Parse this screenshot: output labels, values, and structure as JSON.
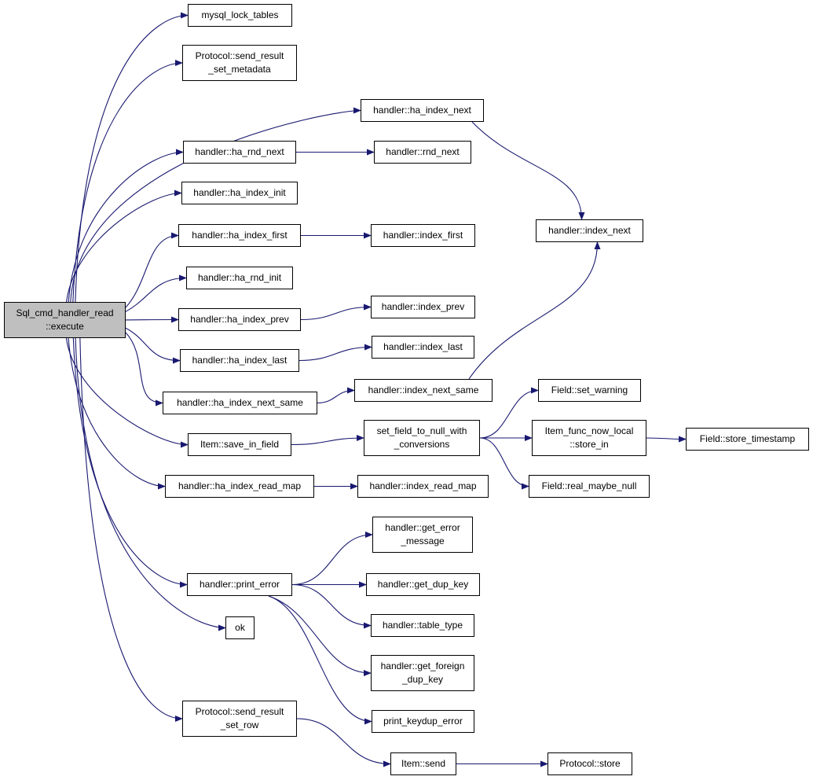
{
  "colors": {
    "edge": "#191970",
    "node_border": "#000000",
    "node_fill": "#ffffff",
    "root_fill": "#bfbfbf"
  },
  "nodes": {
    "root": {
      "lines": [
        "Sql_cmd_handler_read",
        "::execute"
      ]
    },
    "mysql_lock_tables": {
      "lines": [
        "mysql_lock_tables"
      ]
    },
    "send_result_set_metadata": {
      "lines": [
        "Protocol::send_result",
        "_set_metadata"
      ]
    },
    "ha_index_next": {
      "lines": [
        "handler::ha_index_next"
      ]
    },
    "ha_rnd_next": {
      "lines": [
        "handler::ha_rnd_next"
      ]
    },
    "rnd_next": {
      "lines": [
        "handler::rnd_next"
      ]
    },
    "ha_index_init": {
      "lines": [
        "handler::ha_index_init"
      ]
    },
    "ha_index_first": {
      "lines": [
        "handler::ha_index_first"
      ]
    },
    "index_first": {
      "lines": [
        "handler::index_first"
      ]
    },
    "index_next": {
      "lines": [
        "handler::index_next"
      ]
    },
    "ha_rnd_init": {
      "lines": [
        "handler::ha_rnd_init"
      ]
    },
    "ha_index_prev": {
      "lines": [
        "handler::ha_index_prev"
      ]
    },
    "index_prev": {
      "lines": [
        "handler::index_prev"
      ]
    },
    "ha_index_last": {
      "lines": [
        "handler::ha_index_last"
      ]
    },
    "index_last": {
      "lines": [
        "handler::index_last"
      ]
    },
    "ha_index_next_same": {
      "lines": [
        "handler::ha_index_next_same"
      ]
    },
    "index_next_same": {
      "lines": [
        "handler::index_next_same"
      ]
    },
    "set_warning": {
      "lines": [
        "Field::set_warning"
      ]
    },
    "save_in_field": {
      "lines": [
        "Item::save_in_field"
      ]
    },
    "set_field_to_null": {
      "lines": [
        "set_field_to_null_with",
        "_conversions"
      ]
    },
    "store_in": {
      "lines": [
        "Item_func_now_local",
        "::store_in"
      ]
    },
    "store_timestamp": {
      "lines": [
        "Field::store_timestamp"
      ]
    },
    "ha_index_read_map": {
      "lines": [
        "handler::ha_index_read_map"
      ]
    },
    "index_read_map": {
      "lines": [
        "handler::index_read_map"
      ]
    },
    "real_maybe_null": {
      "lines": [
        "Field::real_maybe_null"
      ]
    },
    "get_error_message": {
      "lines": [
        "handler::get_error",
        "_message"
      ]
    },
    "print_error": {
      "lines": [
        "handler::print_error"
      ]
    },
    "get_dup_key": {
      "lines": [
        "handler::get_dup_key"
      ]
    },
    "table_type": {
      "lines": [
        "handler::table_type"
      ]
    },
    "ok": {
      "lines": [
        "ok"
      ]
    },
    "get_foreign_dup_key": {
      "lines": [
        "handler::get_foreign",
        "_dup_key"
      ]
    },
    "print_keydup_error": {
      "lines": [
        "print_keydup_error"
      ]
    },
    "send_result_set_row": {
      "lines": [
        "Protocol::send_result",
        "_set_row"
      ]
    },
    "item_send": {
      "lines": [
        "Item::send"
      ]
    },
    "protocol_store": {
      "lines": [
        "Protocol::store"
      ]
    }
  },
  "edges": [
    [
      "root",
      "mysql_lock_tables"
    ],
    [
      "root",
      "send_result_set_metadata"
    ],
    [
      "root",
      "ha_index_next"
    ],
    [
      "root",
      "ha_rnd_next"
    ],
    [
      "root",
      "ha_index_init"
    ],
    [
      "root",
      "ha_index_first"
    ],
    [
      "root",
      "ha_rnd_init"
    ],
    [
      "root",
      "ha_index_prev"
    ],
    [
      "root",
      "ha_index_last"
    ],
    [
      "root",
      "ha_index_next_same"
    ],
    [
      "root",
      "save_in_field"
    ],
    [
      "root",
      "ha_index_read_map"
    ],
    [
      "root",
      "print_error"
    ],
    [
      "root",
      "ok"
    ],
    [
      "root",
      "send_result_set_row"
    ],
    [
      "ha_index_next",
      "index_next"
    ],
    [
      "ha_rnd_next",
      "rnd_next"
    ],
    [
      "ha_index_first",
      "index_first"
    ],
    [
      "ha_index_prev",
      "index_prev"
    ],
    [
      "ha_index_last",
      "index_last"
    ],
    [
      "ha_index_next_same",
      "index_next_same"
    ],
    [
      "index_next_same",
      "index_next"
    ],
    [
      "save_in_field",
      "set_field_to_null"
    ],
    [
      "set_field_to_null",
      "set_warning"
    ],
    [
      "set_field_to_null",
      "store_in"
    ],
    [
      "set_field_to_null",
      "real_maybe_null"
    ],
    [
      "store_in",
      "store_timestamp"
    ],
    [
      "ha_index_read_map",
      "index_read_map"
    ],
    [
      "print_error",
      "get_error_message"
    ],
    [
      "print_error",
      "get_dup_key"
    ],
    [
      "print_error",
      "table_type"
    ],
    [
      "print_error",
      "get_foreign_dup_key"
    ],
    [
      "print_error",
      "print_keydup_error"
    ],
    [
      "send_result_set_row",
      "item_send"
    ],
    [
      "item_send",
      "protocol_store"
    ]
  ]
}
